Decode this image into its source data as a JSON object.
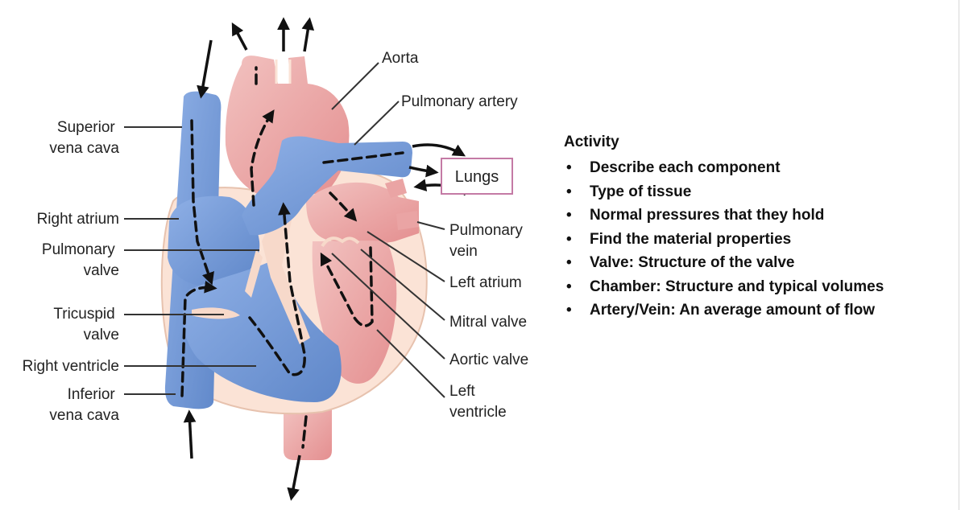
{
  "labels": {
    "superior_vena_cava": [
      "Superior",
      "vena cava"
    ],
    "right_atrium": "Right atrium",
    "pulmonary_valve": [
      "Pulmonary",
      "valve"
    ],
    "tricuspid_valve": [
      "Tricuspid",
      "valve"
    ],
    "right_ventricle": "Right ventricle",
    "inferior_vena_cava": [
      "Inferior",
      "vena cava"
    ],
    "aorta": "Aorta",
    "pulmonary_artery": "Pulmonary artery",
    "lungs": "Lungs",
    "pulmonary_vein": [
      "Pulmonary",
      "vein"
    ],
    "left_atrium": "Left atrium",
    "mitral_valve": "Mitral valve",
    "aortic_valve": "Aortic valve",
    "left_ventricle": [
      "Left",
      "ventricle"
    ]
  },
  "colors": {
    "deoxygenated": "#6d95d4",
    "oxygenated": "#e9a3a3",
    "heart_wall": "#fbe3d6",
    "lungs_border": "#c47aa5"
  },
  "activity": {
    "title": "Activity",
    "bullet": "•",
    "items": [
      "Describe each component",
      "Type of tissue",
      "Normal pressures that they hold",
      "Find the material properties",
      "Valve: Structure of the valve",
      "Chamber: Structure and typical volumes",
      "Artery/Vein: An average amount of flow"
    ]
  }
}
